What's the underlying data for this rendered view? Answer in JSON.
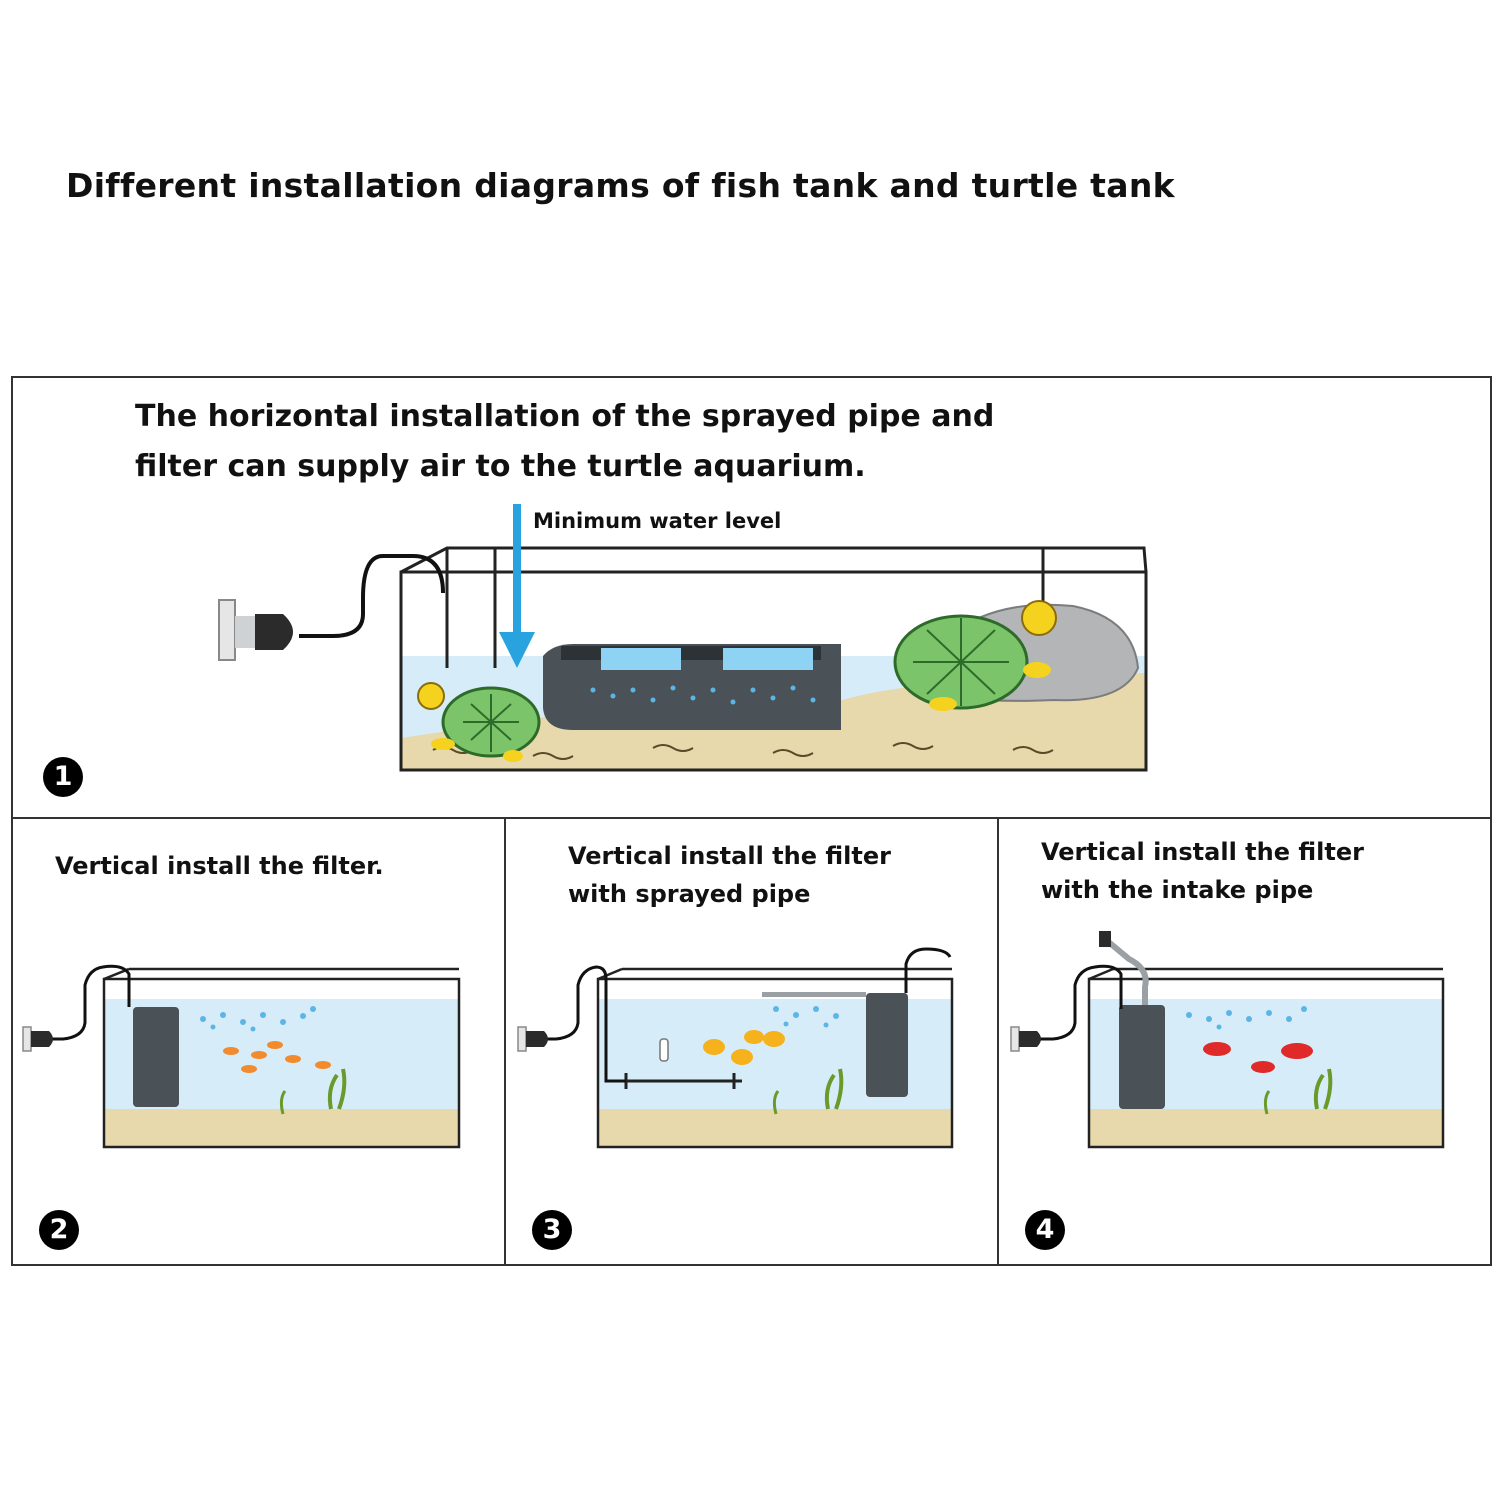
{
  "title": "Different installation diagrams of fish tank and turtle tank",
  "panels": [
    {
      "number": "1",
      "caption_lines": [
        "The horizontal installation of the sprayed pipe and",
        "filter can supply air to the turtle aquarium."
      ],
      "annotation": "Minimum water level"
    },
    {
      "number": "2",
      "caption_lines": [
        "Vertical install the  filter."
      ]
    },
    {
      "number": "3",
      "caption_lines": [
        "Vertical install the filter",
        "with sprayed pipe"
      ]
    },
    {
      "number": "4",
      "caption_lines": [
        "Vertical install the filter",
        "with the intake pipe"
      ]
    }
  ],
  "colors": {
    "water": "#d6ecf8",
    "sand": "#e8d9ac",
    "filter": "#4a5258",
    "turtle_shell": "#7cc46a",
    "arrow": "#29a3e0",
    "fish_orange": "#f28a2e",
    "fish_red": "#e02a2a",
    "fish_yellow": "#f5b21c"
  }
}
